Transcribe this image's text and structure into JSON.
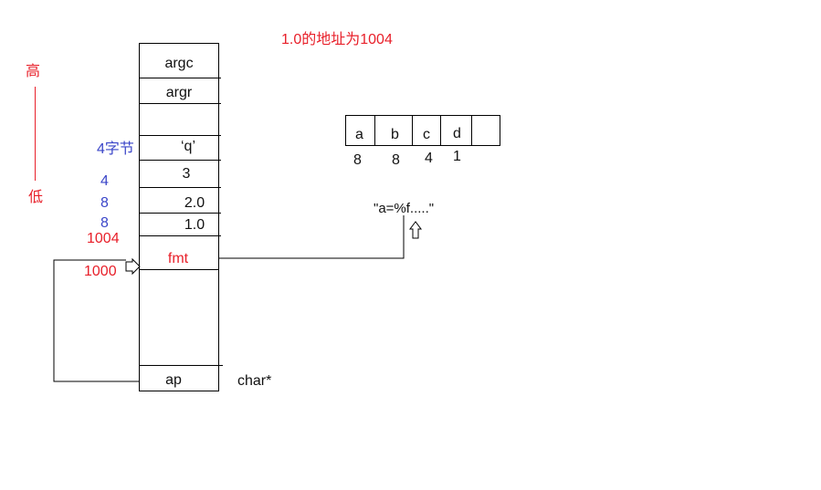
{
  "note": "1.0的地址为1004",
  "axis": {
    "high": "高",
    "low": "低"
  },
  "stack_cells": {
    "argc": "argc",
    "argr": "argr",
    "q": "‘q’",
    "three": "3",
    "two": "2.0",
    "one": "1.0",
    "fmt": "fmt",
    "ap": "ap"
  },
  "side_labels": {
    "four_bytes": "4字节",
    "four": "4",
    "eight_a": "8",
    "eight_b": "8",
    "addr_1004": "1004",
    "addr_1000": "1000"
  },
  "ap_type": "char*",
  "format_string": "\"a=%f.....\"",
  "byte_table": {
    "cells": [
      "a",
      "b",
      "c",
      "d",
      ""
    ],
    "sizes": [
      "8",
      "8",
      "4",
      "1"
    ]
  },
  "colors": {
    "red": "#e8202a",
    "blue": "#3a45c8",
    "black": "#111111"
  }
}
